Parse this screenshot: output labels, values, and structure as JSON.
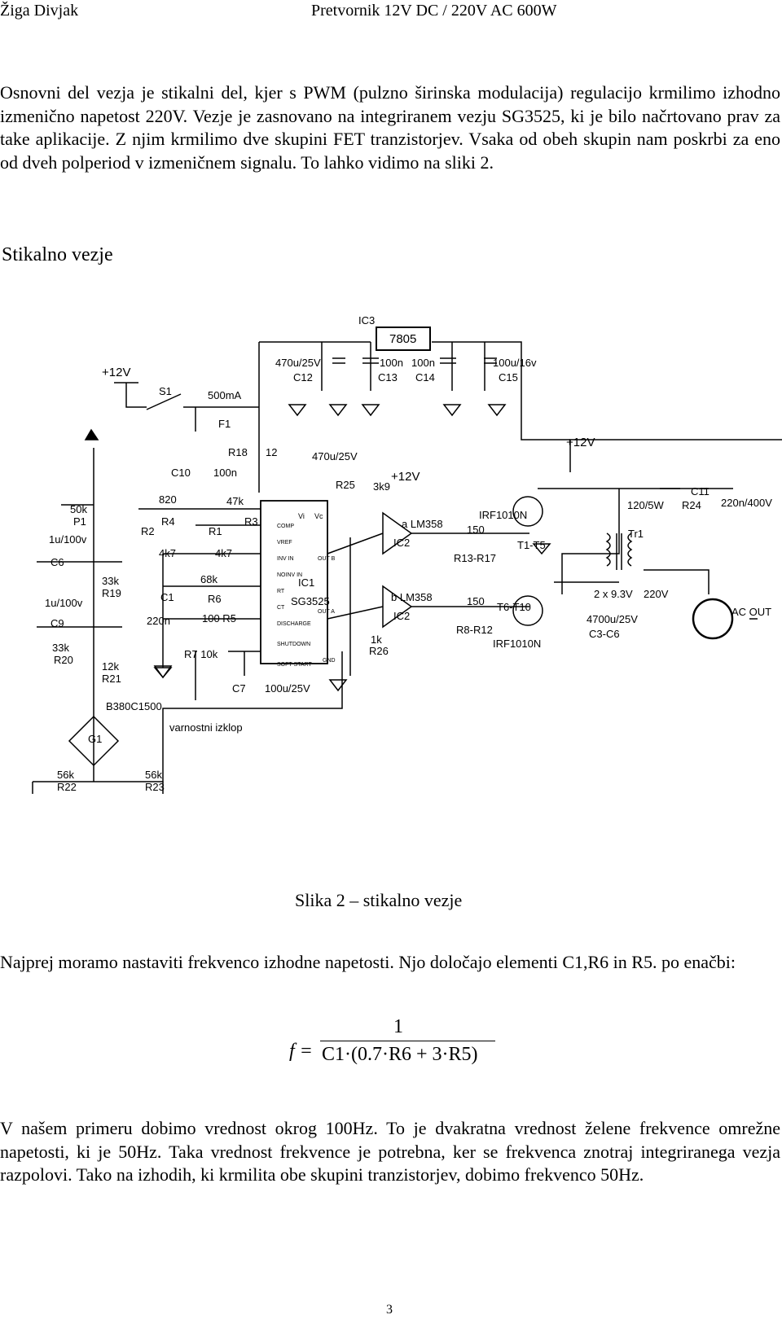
{
  "header": {
    "author": "Žiga Divjak",
    "title": "Pretvornik 12V DC / 220V AC 600W"
  },
  "intro": "Osnovni del vezja je stikalni del, kjer s PWM (pulzno širinska modulacija) regulacijo krmilimo izhodno izmenično napetost 220V. Vezje je zasnovano na integriranem vezju SG3525, ki je bilo načrtovano prav za take aplikacije. Z njim krmilimo dve skupini FET tranzistorjev. Vsaka od obeh skupin nam poskrbi za eno od dveh polperiod v izmeničnem signalu. To lahko vidimo na sliki 2.",
  "section_heading": "Stikalno vezje",
  "schematic": {
    "ic3": "IC3",
    "reg": "7805",
    "plus12_a": "+12V",
    "plus12_b": "+12V",
    "plus12_c": "+12V",
    "c12": "470u/25V",
    "c12n": "C12",
    "c13": "100n",
    "c13n": "C13",
    "c14": "100n",
    "c14n": "C14",
    "c15": "100u/16v",
    "c15n": "C15",
    "s1": "S1",
    "fuse": "500mA",
    "f1": "F1",
    "r18": "R18",
    "r18v": "12",
    "c10": "C10",
    "c10v": "100n",
    "c_470": "470u/25V",
    "r25": "R25",
    "r25v": "3k9",
    "p1v": "50k",
    "p1": "P1",
    "c6v": "1u/100v",
    "c6": "C6",
    "r19v": "33k",
    "r19": "R19",
    "c9v": "1u/100v",
    "c9": "C9",
    "r20v": "33k",
    "r20": "R20",
    "r21v": "12k",
    "r21": "R21",
    "r4v": "820",
    "r4": "R4",
    "r2": "R2",
    "r2v": "4k7",
    "r3v": "47k",
    "r3": "R3",
    "r1": "R1",
    "r1v": "4k7",
    "r6v": "68k",
    "r6": "R6",
    "c1": "C1",
    "c1v": "220n",
    "r5": "100 R5",
    "r7": "R7 10k",
    "c7": "C7",
    "c7v": "100u/25V",
    "bridge": "B380C1500",
    "g1": "G1",
    "kill": "varnostni izklop",
    "r22v": "56k",
    "r22": "R22",
    "r23v": "56k",
    "r23": "R23",
    "ic1_vi": "Vi",
    "ic1_vc": "Vc",
    "ic1_pins": [
      "COMP",
      "VREF",
      "INV IN",
      "NOINV IN",
      "RT",
      "CT",
      "DISCHARGE",
      "SHUTDOWN",
      "SOFT START"
    ],
    "ic1_outb": "OUT B",
    "ic1_outa": "OUT A",
    "ic1_gnd": "GND",
    "ic1": "IC1",
    "ic1_part": "SG3525",
    "ic2a": "a LM358",
    "ic2a_n": "IC2",
    "ic2b": "b LM358",
    "ic2b_n": "IC2",
    "r26v": "1k",
    "r26": "R26",
    "irf_top": "IRF1010N",
    "r13v": "150",
    "r13": "R13-R17",
    "t1": "T1-T5",
    "r8v": "150",
    "t6": "T6-T10",
    "r8": "R8-R12",
    "irf_bot": "IRF1010N",
    "r24v": "120/5W",
    "r24": "R24",
    "c11": "C11",
    "c11v": "220n/400V",
    "tr1": "Tr1",
    "tr_sec": "2 x 9.3V",
    "tr_pri": "220V",
    "cbulk": "4700u/25V",
    "cbulk_n": "C3-C6",
    "acout": "AC OUT"
  },
  "caption": "Slika 2 – stikalno vezje",
  "body2": "Najprej moramo nastaviti frekvenco izhodne napetosti. Njo določajo elementi C1,R6 in R5. po enačbi:",
  "formula": {
    "lhs": "f =",
    "num": "1",
    "den": "C1·(0.7·R6 + 3·R5)"
  },
  "body3": "V našem primeru dobimo vrednost okrog 100Hz. To je dvakratna vrednost želene frekvence omrežne napetosti, ki je 50Hz. Taka vrednost frekvence je potrebna, ker se frekvenca znotraj integriranega vezja razpolovi. Tako na izhodih, ki krmilita obe skupini tranzistorjev, dobimo frekvenco 50Hz.",
  "page_number": "3"
}
